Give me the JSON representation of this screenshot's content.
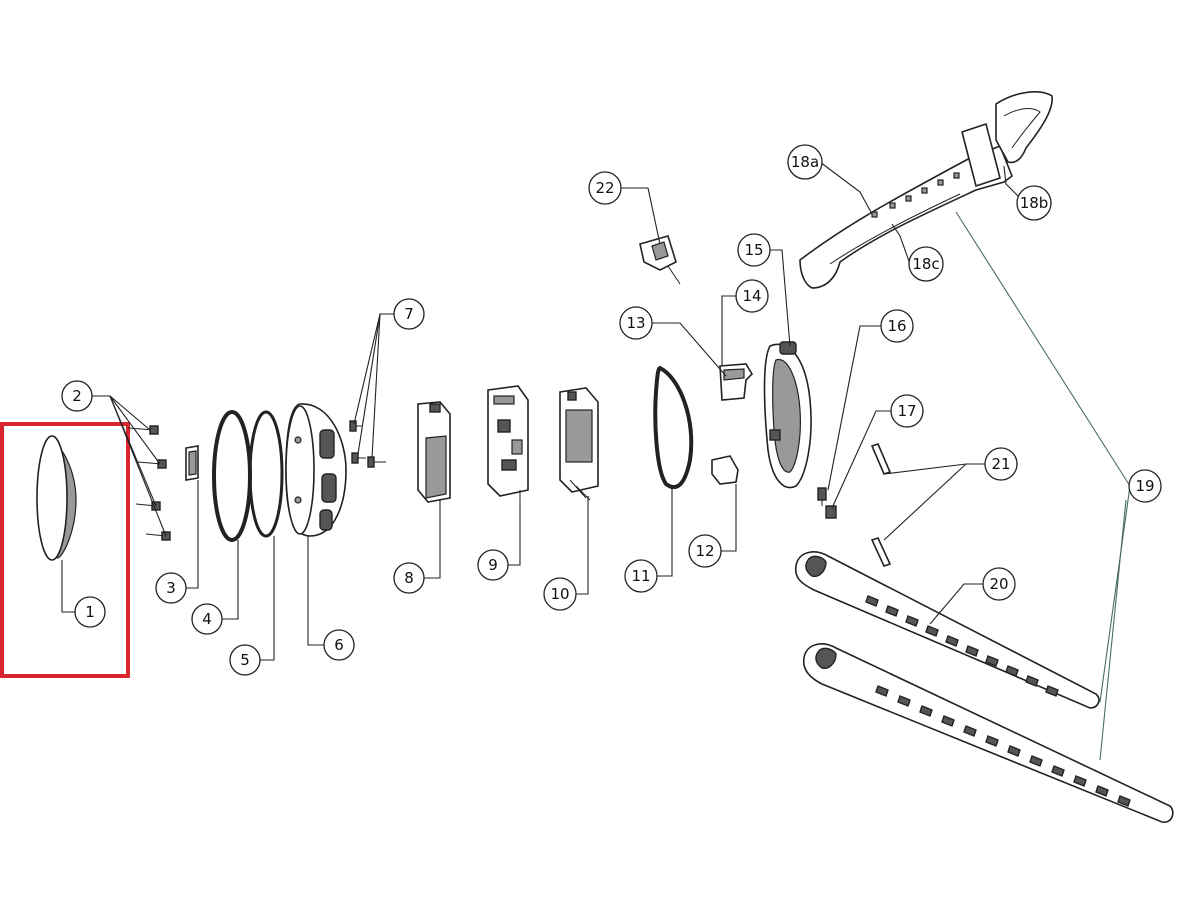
{
  "diagram": {
    "callouts": [
      {
        "id": "c1",
        "label": "1"
      },
      {
        "id": "c2",
        "label": "2"
      },
      {
        "id": "c3",
        "label": "3"
      },
      {
        "id": "c4",
        "label": "4"
      },
      {
        "id": "c5",
        "label": "5"
      },
      {
        "id": "c6",
        "label": "6"
      },
      {
        "id": "c7",
        "label": "7"
      },
      {
        "id": "c8",
        "label": "8"
      },
      {
        "id": "c9",
        "label": "9"
      },
      {
        "id": "c10",
        "label": "10"
      },
      {
        "id": "c11",
        "label": "11"
      },
      {
        "id": "c12",
        "label": "12"
      },
      {
        "id": "c13",
        "label": "13"
      },
      {
        "id": "c14",
        "label": "14"
      },
      {
        "id": "c15",
        "label": "15"
      },
      {
        "id": "c16",
        "label": "16"
      },
      {
        "id": "c17",
        "label": "17"
      },
      {
        "id": "c18a",
        "label": "18a"
      },
      {
        "id": "c18b",
        "label": "18b"
      },
      {
        "id": "c18c",
        "label": "18c"
      },
      {
        "id": "c19",
        "label": "19"
      },
      {
        "id": "c20",
        "label": "20"
      },
      {
        "id": "c21",
        "label": "21"
      },
      {
        "id": "c22",
        "label": "22"
      }
    ],
    "highlight_color": "#d9262e",
    "line_color": "#222222",
    "leader_color_19": "#4a6e5a"
  }
}
